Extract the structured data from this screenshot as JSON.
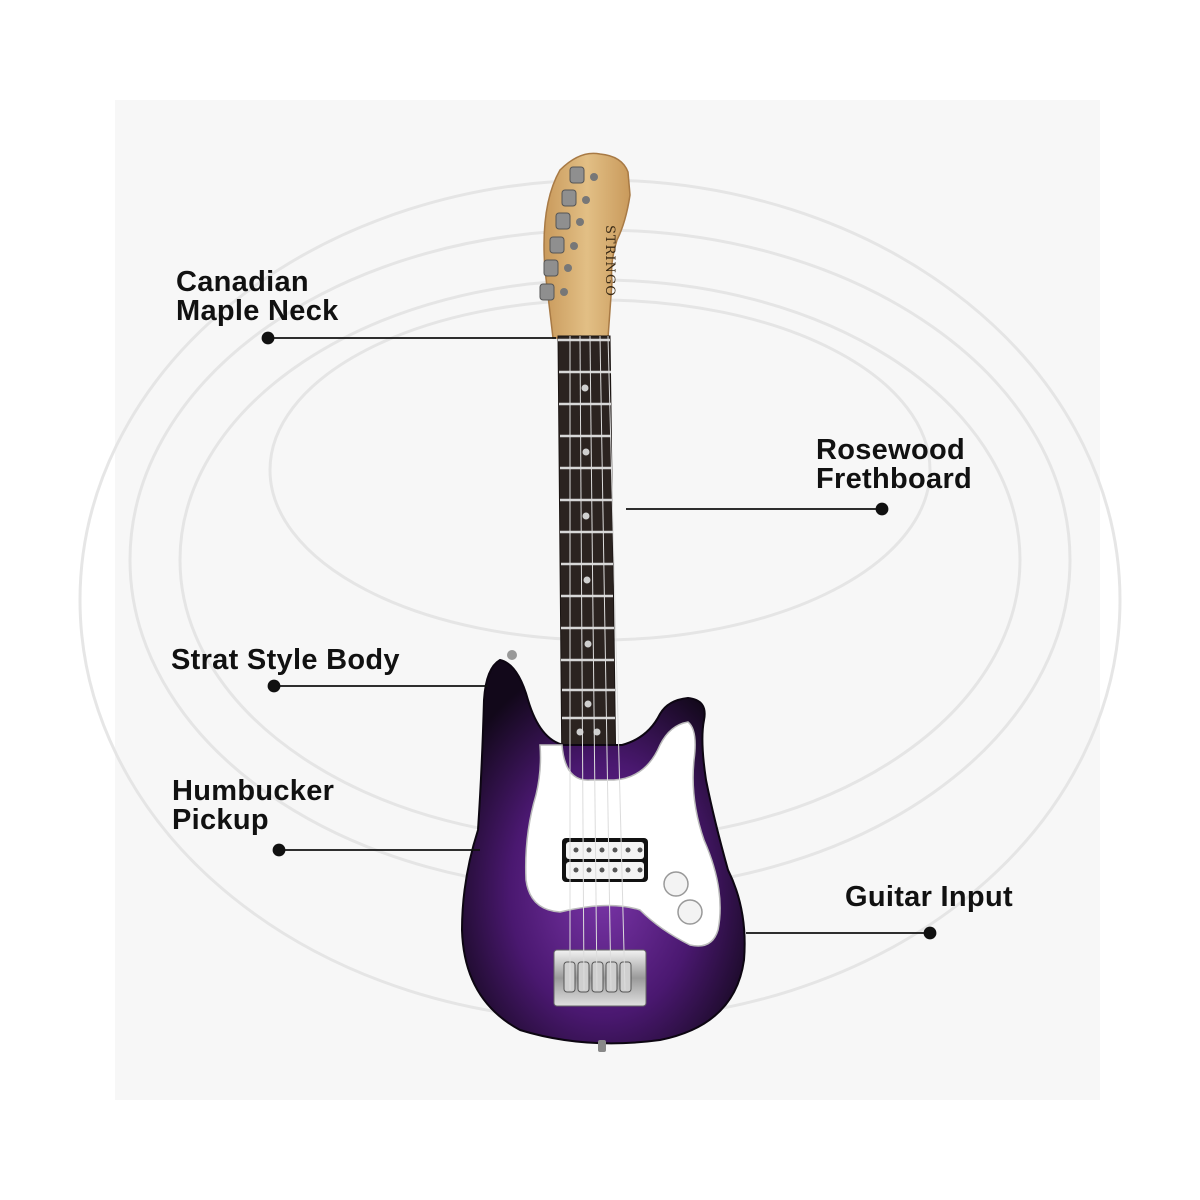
{
  "brand": {
    "headstock_text": "STRINGO"
  },
  "callouts": {
    "neck": {
      "line1": "Canadian",
      "line2": "Maple Neck"
    },
    "fretboard": {
      "line1": "Rosewood",
      "line2": "Frethboard"
    },
    "body": {
      "line1": "Strat Style Body"
    },
    "pickup": {
      "line1": "Humbucker",
      "line2": "Pickup"
    },
    "input": {
      "line1": "Guitar Input"
    }
  },
  "colors": {
    "body_purple": "#5b1f86",
    "body_edge": "#12081a",
    "pickguard": "#ffffff",
    "fretboard": "#2b2320",
    "maple": "#d9b37a",
    "text": "#111111"
  }
}
